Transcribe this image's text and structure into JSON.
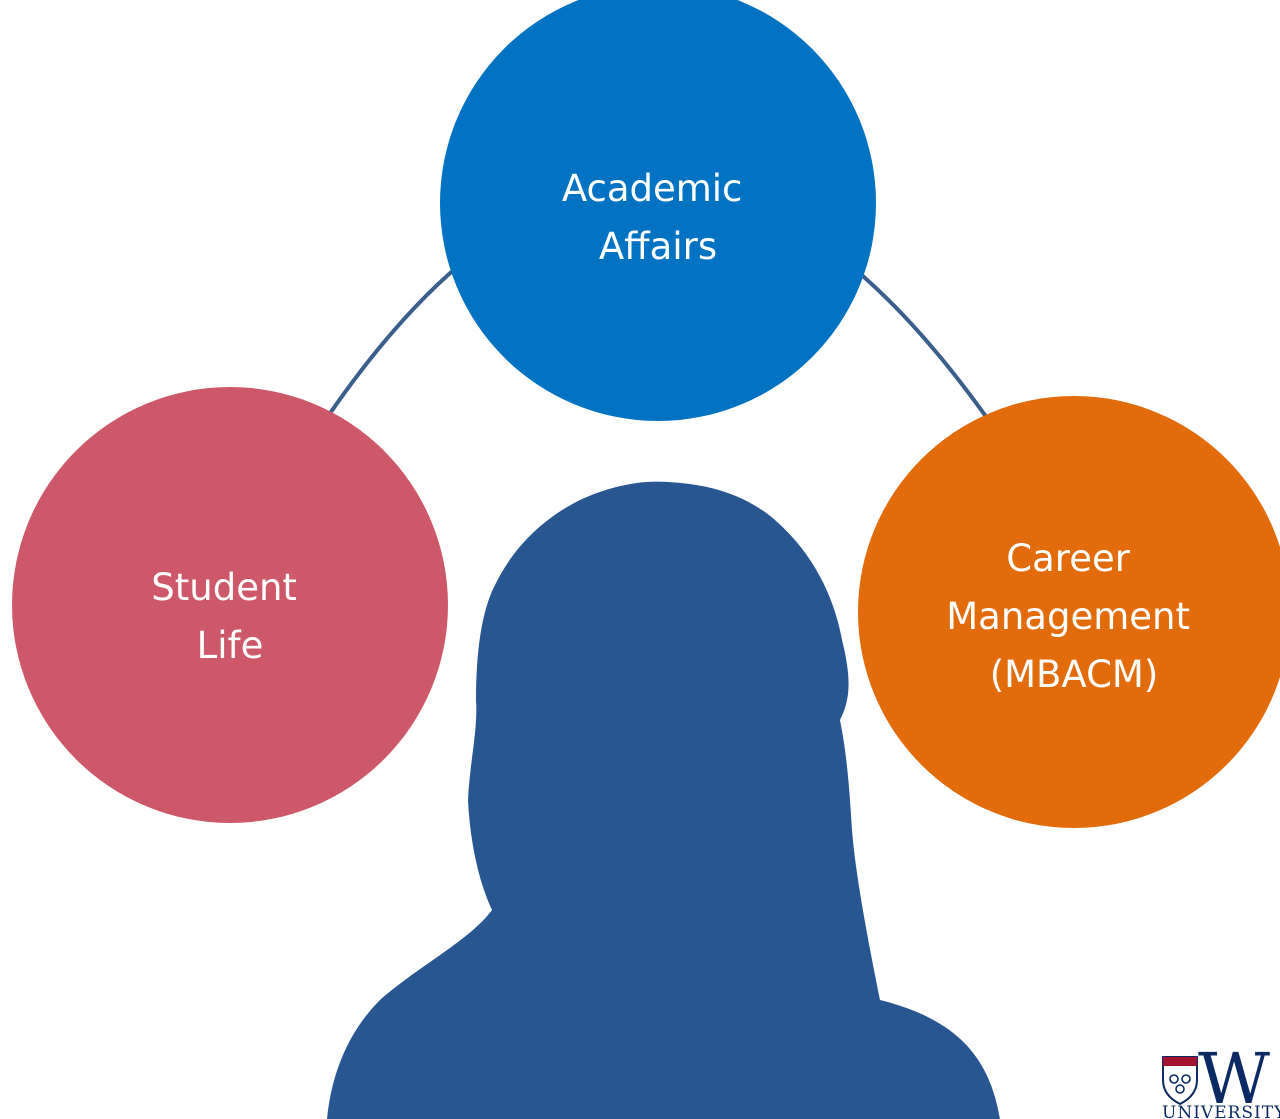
{
  "nodes": [
    {
      "id": "academic-affairs",
      "lines": [
        "Academic",
        "Affairs"
      ],
      "color": "#0272c2"
    },
    {
      "id": "student-life",
      "lines": [
        "Student",
        "Life"
      ],
      "color": "#cd5869"
    },
    {
      "id": "career-management",
      "lines": [
        "Career",
        "Management",
        "(MBACM)"
      ],
      "color": "#e26b0b"
    }
  ],
  "connector_color": "#3a5f8c",
  "silhouette_color": "#285690",
  "logo": {
    "letter": "W",
    "subtitle": "UNIVERSITY",
    "color": "#0b2a63"
  }
}
